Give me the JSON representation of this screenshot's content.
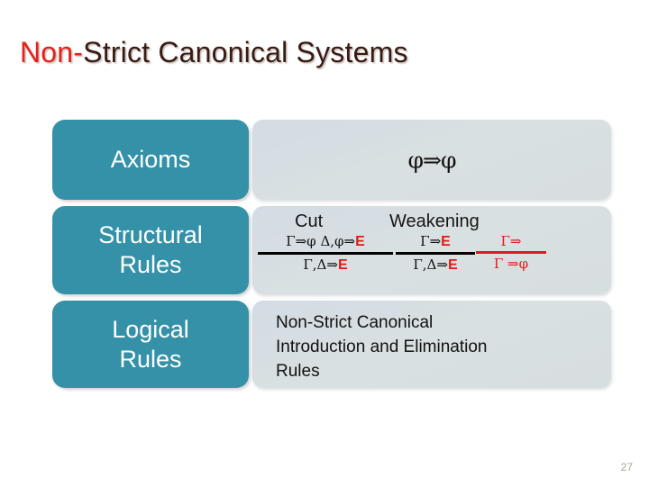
{
  "slide": {
    "title_accent": "Non-",
    "title_main": "Strict Canonical Systems",
    "page_number": "27"
  },
  "table": {
    "rows": [
      {
        "label": "Axioms",
        "formula": "φ⇒φ"
      },
      {
        "label_line1": "Structural",
        "label_line2": "Rules",
        "headers": {
          "cut": "Cut",
          "weakening": "Weakening"
        },
        "rules": [
          {
            "name": "cut",
            "numerator_pre": "Γ⇒φ  Δ,φ⇒",
            "numerator_E": "E",
            "denominator_pre": "Γ,Δ⇒",
            "denominator_E": "E"
          },
          {
            "name": "weakening-1",
            "numerator_pre": "Γ⇒",
            "numerator_E": "E",
            "denominator_pre": "Γ,Δ⇒",
            "denominator_E": "E"
          },
          {
            "name": "weakening-2",
            "numerator": "Γ⇒",
            "denominator": "Γ ⇒φ"
          }
        ]
      },
      {
        "label_line1": "Logical",
        "label_line2": "Rules",
        "text_line1": "Non-Strict Canonical",
        "text_line2": "Introduction and  Elimination",
        "text_line3": "Rules"
      }
    ]
  },
  "colors": {
    "teal": "#3591A8",
    "panel": "#D7DEE2",
    "accent_red": "#E01B17",
    "title_red": "#E8211A",
    "title_brown": "#3B1A12"
  }
}
